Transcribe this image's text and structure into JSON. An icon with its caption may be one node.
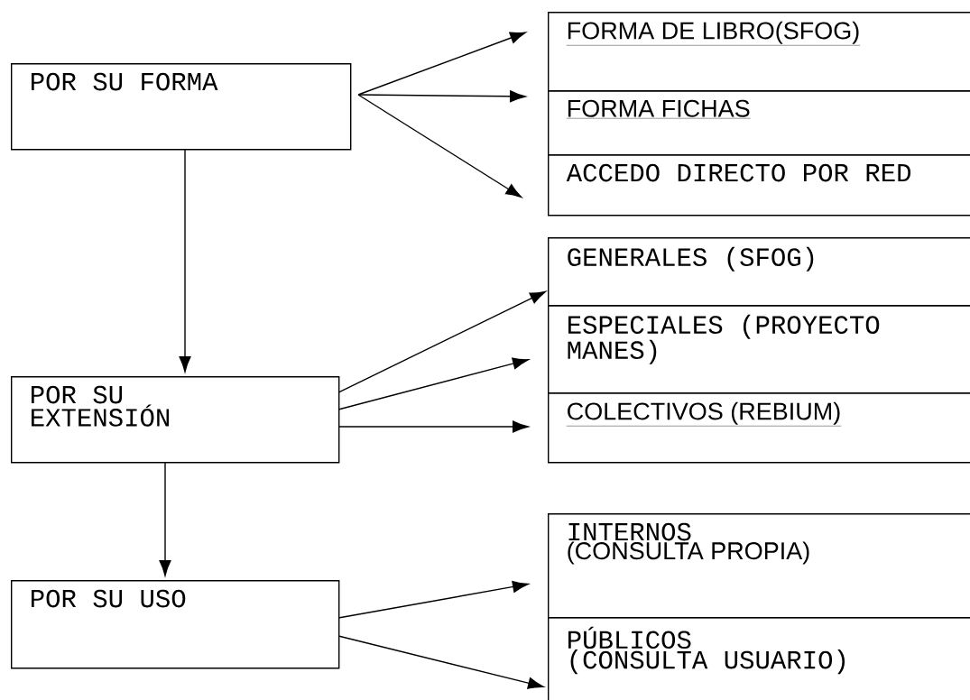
{
  "diagram": {
    "nodes": [
      {
        "text": [
          "POR SU FORMA"
        ]
      },
      {
        "text": [
          "FORMA DE LIBRO(SFOG)"
        ]
      },
      {
        "text": [
          "FORMA FICHAS"
        ]
      },
      {
        "text": [
          "ACCEDO DIRECTO POR RED"
        ]
      },
      {
        "text": [
          "POR SU EXTENSIÓN"
        ]
      },
      {
        "text": [
          "GENERALES (SFOG)"
        ]
      },
      {
        "text": [
          "ESPECIALES (PROYECTO MANES)"
        ]
      },
      {
        "text": [
          "COLECTIVOS (REBIUM)"
        ]
      },
      {
        "text": [
          "POR SU USO"
        ]
      },
      {
        "text": [
          "INTERNOS",
          "(CONSULTA PROPIA)"
        ]
      },
      {
        "text": [
          "PÚBLICOS (CONSULTA USUARIO)"
        ]
      }
    ],
    "edges": [
      {
        "from": 0,
        "to": 1,
        "arrow": "to"
      },
      {
        "from": 0,
        "to": 2,
        "arrow": "to"
      },
      {
        "from": 0,
        "to": 3,
        "arrow": "to"
      },
      {
        "from": 0,
        "to": 4,
        "arrow": "to"
      },
      {
        "from": 4,
        "to": 5,
        "arrow": "to"
      },
      {
        "from": 4,
        "to": 6,
        "arrow": "to"
      },
      {
        "from": 4,
        "to": 7,
        "arrow": "to"
      },
      {
        "from": 4,
        "to": 8,
        "arrow": "to"
      },
      {
        "from": 8,
        "to": 9,
        "arrow": "to"
      },
      {
        "from": 8,
        "to": 10,
        "arrow": "to"
      }
    ]
  }
}
